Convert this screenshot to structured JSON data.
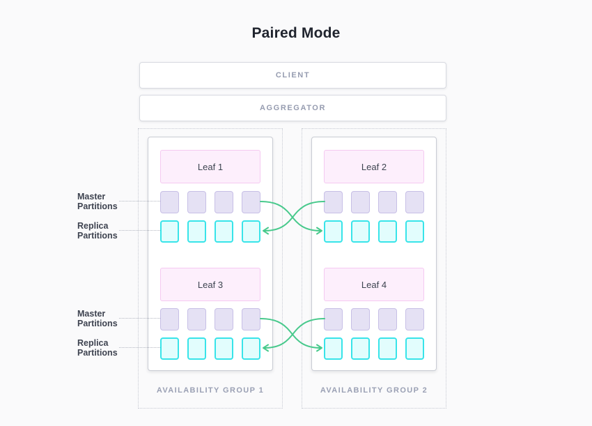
{
  "title": "Paired Mode",
  "client": {
    "label": "CLIENT"
  },
  "aggregator": {
    "label": "AGGREGATOR"
  },
  "groups": [
    {
      "label": "AVAILABILITY GROUP 1",
      "leaves": [
        {
          "name": "Leaf 1",
          "master_partitions": 4,
          "replica_partitions": 4
        },
        {
          "name": "Leaf 3",
          "master_partitions": 4,
          "replica_partitions": 4
        }
      ]
    },
    {
      "label": "AVAILABILITY GROUP 2",
      "leaves": [
        {
          "name": "Leaf 2",
          "master_partitions": 4,
          "replica_partitions": 4
        },
        {
          "name": "Leaf 4",
          "master_partitions": 4,
          "replica_partitions": 4
        }
      ]
    }
  ],
  "side_labels": {
    "master": "Master Partitions",
    "replica": "Replica Partitions"
  },
  "colors": {
    "page_bg": "#fafafb",
    "title_text": "#20242e",
    "box_border": "#d8dae1",
    "muted_text": "#969cb0",
    "group_border": "#c6c9d2",
    "leaf_header_bg": "#fdeffc",
    "leaf_header_border": "#f5c9f1",
    "master_fill": "#e5e1f4",
    "master_border": "#c7bfe6",
    "replica_fill": "#e2fdfd",
    "replica_border": "#38e4e9",
    "arrow": "#48c98c",
    "side_label_text": "#3e4350"
  }
}
